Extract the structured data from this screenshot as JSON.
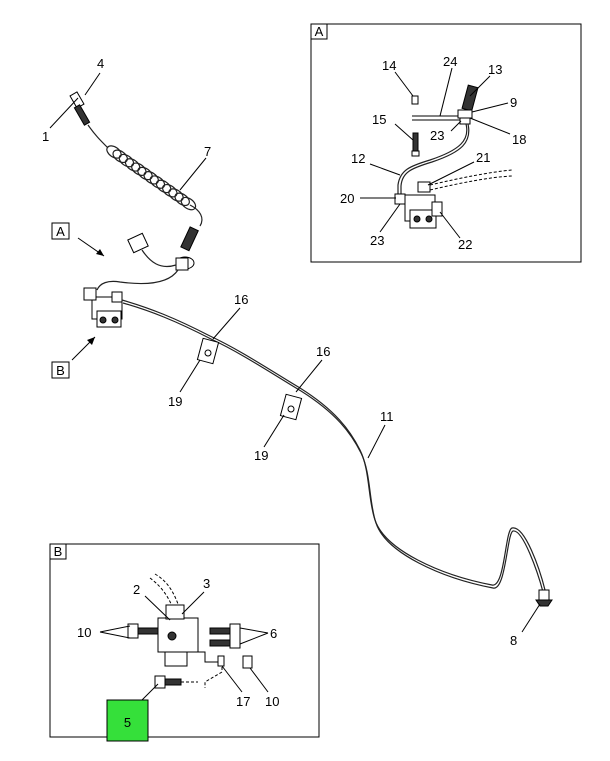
{
  "detail_tags": {
    "a": "A",
    "b": "B"
  },
  "main": {
    "c1": "1",
    "c4": "4",
    "c7": "7",
    "c16a": "16",
    "c16b": "16",
    "c19a": "19",
    "c19b": "19",
    "c11": "11",
    "c8": "8"
  },
  "detail_a": {
    "c14": "14",
    "c24": "24",
    "c13": "13",
    "c9": "9",
    "c15": "15",
    "c23a": "23",
    "c18": "18",
    "c12": "12",
    "c21": "21",
    "c20": "20",
    "c23b": "23",
    "c22": "22"
  },
  "detail_b": {
    "c2": "2",
    "c3": "3",
    "c10a": "10",
    "c6": "6",
    "c17": "17",
    "c10b": "10",
    "c5": "5"
  },
  "colors": {
    "highlight": "#35e03a",
    "line": "#000000"
  }
}
